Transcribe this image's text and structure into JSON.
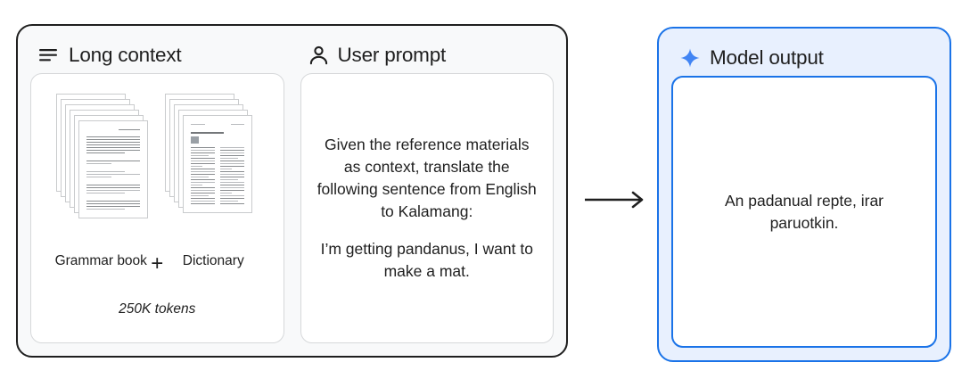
{
  "diagram": {
    "input_card": {
      "panes": [
        {
          "icon": "notes-list-icon",
          "title": "Long context",
          "labels": {
            "grammar": "Grammar book",
            "plus": "+",
            "dictionary": "Dictionary"
          },
          "tokens": "250K tokens"
        },
        {
          "icon": "user-person-icon",
          "title": "User prompt",
          "instruction": "Given the reference materials as context, translate the following sentence from English to Kalamang:",
          "sentence": "I’m getting pandanus, I want to make a mat."
        }
      ]
    },
    "arrow": {
      "icon": "arrow-right-icon"
    },
    "output_card": {
      "icon": "sparkle-icon",
      "title": "Model output",
      "text": "An padanual repte, irar paruotkin."
    },
    "colors": {
      "accent_blue": "#1a73e8",
      "output_bg": "#e8f0fe",
      "input_bg": "#f8f9fa",
      "card_border": "#1f1f1f",
      "inner_border": "#d6d8da",
      "text": "#1f1f1f"
    }
  }
}
